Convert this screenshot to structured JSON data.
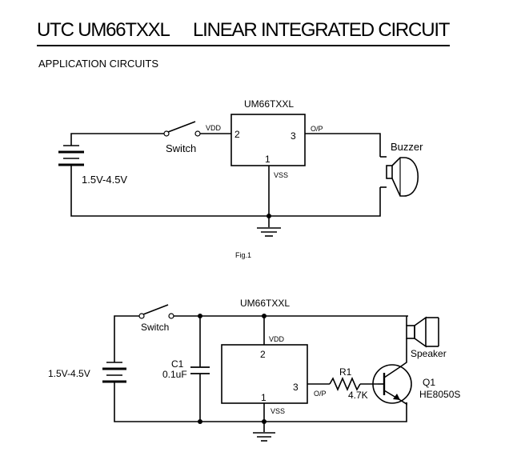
{
  "header": {
    "part": "UTC UM66TXXL",
    "category": "LINEAR INTEGRATED CIRCUIT"
  },
  "section_title": "APPLICATION CIRCUITS",
  "fig1": {
    "ic_name": "UM66TXXL",
    "pin_vdd": "VDD",
    "pin_op": "O/P",
    "pin_vss": "VSS",
    "pin2": "2",
    "pin3": "3",
    "pin1": "1",
    "switch": "Switch",
    "battery": "1.5V-4.5V",
    "buzzer": "Buzzer",
    "caption": "Fig.1"
  },
  "fig2": {
    "ic_name": "UM66TXXL",
    "pin_vdd": "VDD",
    "pin_op": "O/P",
    "pin_vss": "VSS",
    "pin2": "2",
    "pin3": "3",
    "pin1": "1",
    "switch": "Switch",
    "battery": "1.5V-4.5V",
    "cap_name": "C1",
    "cap_value": "0.1uF",
    "res_name": "R1",
    "res_value": "4.7K",
    "transistor_name": "Q1",
    "transistor_part": "HE8050S",
    "speaker": "Speaker"
  }
}
